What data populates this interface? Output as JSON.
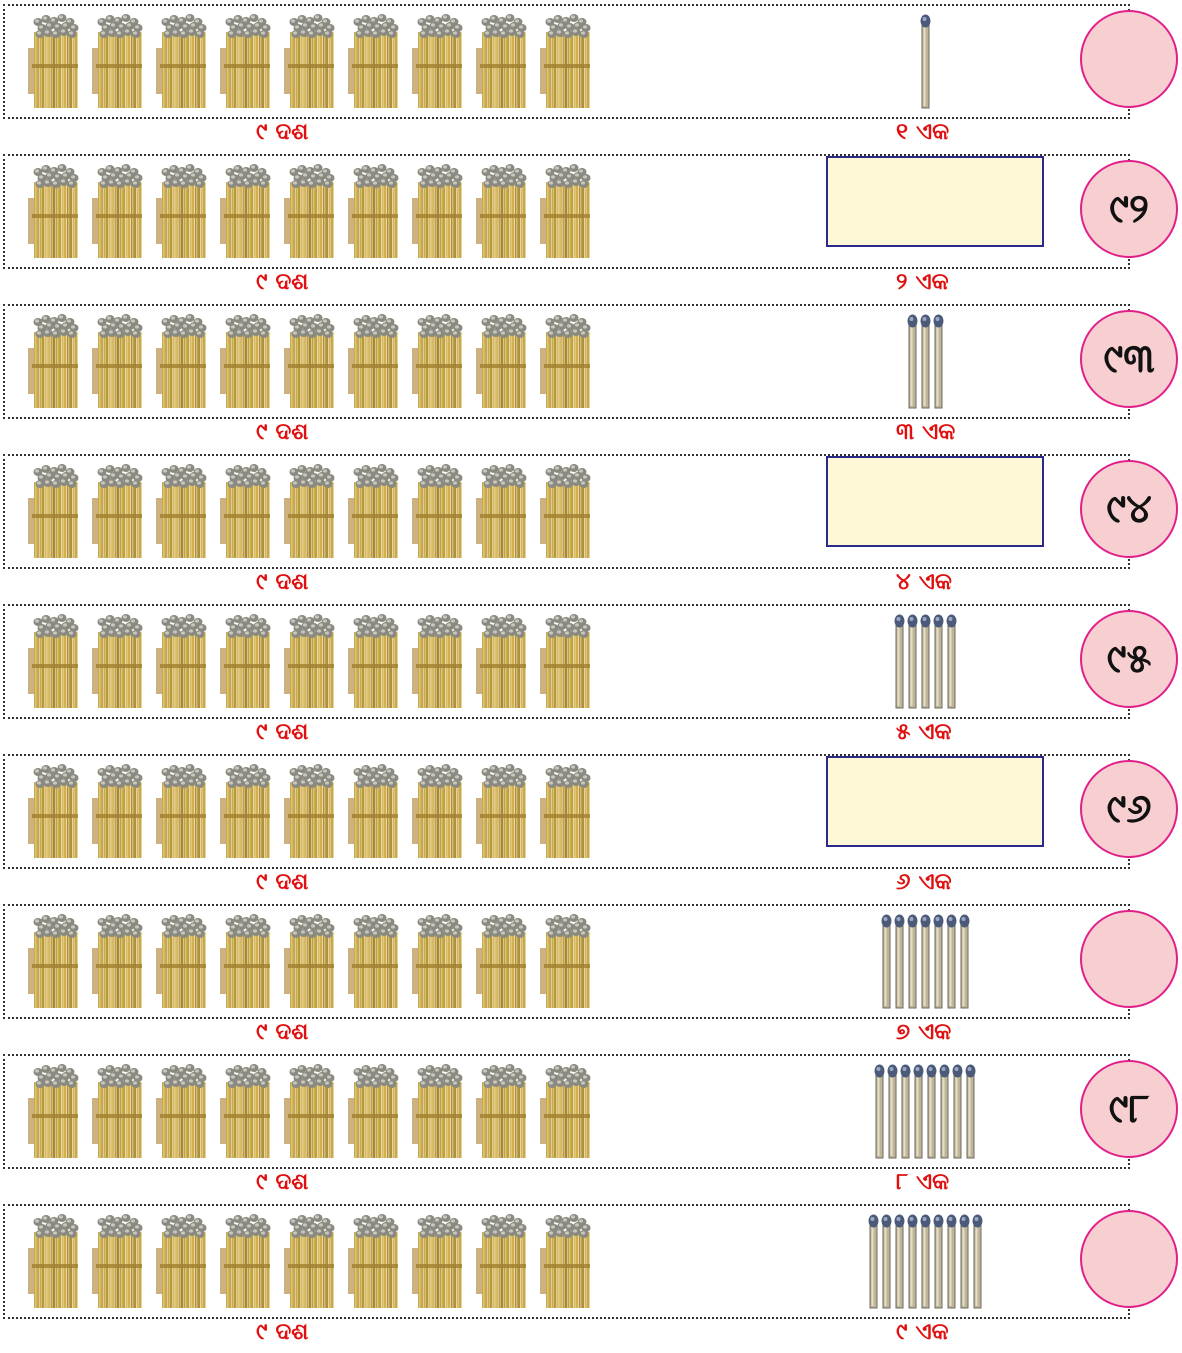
{
  "rows": [
    {
      "tens_label": "୯ ଦଶ",
      "ones_label": "୧ ଏକ",
      "sticks": 1,
      "show_box": false,
      "number": ""
    },
    {
      "tens_label": "୯ ଦଶ",
      "ones_label": "୨ ଏକ",
      "sticks": 0,
      "show_box": true,
      "number": "୯୨"
    },
    {
      "tens_label": "୯ ଦଶ",
      "ones_label": "୩ ଏକ",
      "sticks": 3,
      "show_box": false,
      "number": "୯୩"
    },
    {
      "tens_label": "୯ ଦଶ",
      "ones_label": "୪ ଏକ",
      "sticks": 0,
      "show_box": true,
      "number": "୯୪"
    },
    {
      "tens_label": "୯ ଦଶ",
      "ones_label": "୫ ଏକ",
      "sticks": 5,
      "show_box": false,
      "number": "୯୫"
    },
    {
      "tens_label": "୯ ଦଶ",
      "ones_label": "୬ ଏକ",
      "sticks": 0,
      "show_box": true,
      "number": "୯୬"
    },
    {
      "tens_label": "୯ ଦଶ",
      "ones_label": "୭ ଏକ",
      "sticks": 7,
      "show_box": false,
      "number": ""
    },
    {
      "tens_label": "୯ ଦଶ",
      "ones_label": "୮ ଏକ",
      "sticks": 8,
      "show_box": false,
      "number": "୯୮"
    },
    {
      "tens_label": "୯ ଦଶ",
      "ones_label": "୯ ଏକ",
      "sticks": 9,
      "show_box": false,
      "number": ""
    }
  ],
  "bundles_per_row": 9,
  "colors": {
    "label": "#e01010",
    "circle_fill": "#f8cfd0",
    "circle_border": "#e0208a",
    "box_fill": "#fff8d6",
    "box_border": "#2a2a8a"
  },
  "icons": {
    "bundle": "matchstick-bundle-icon",
    "stick": "matchstick-icon"
  }
}
